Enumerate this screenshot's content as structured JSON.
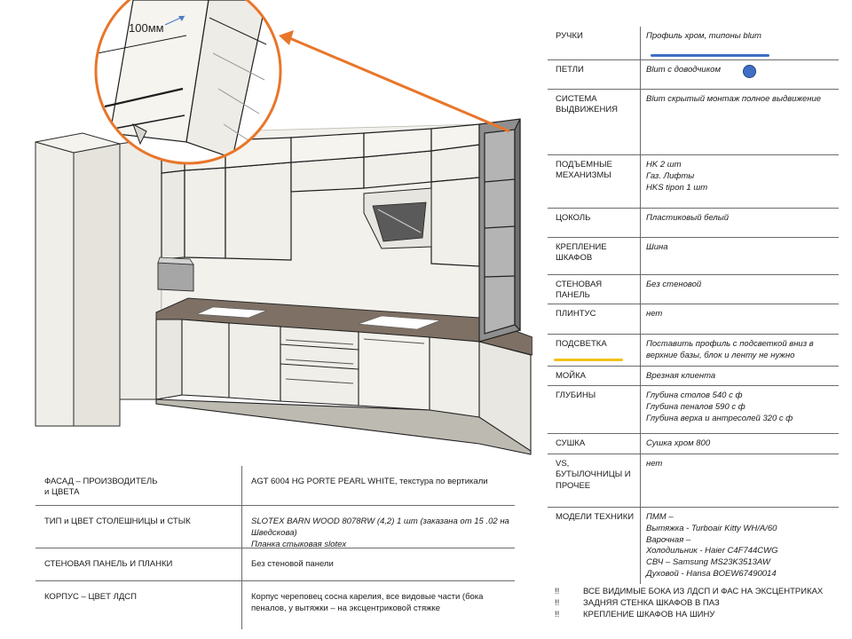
{
  "colors": {
    "accent_blue": "#3f6fc4",
    "accent_yellow": "#f1c21a",
    "callout_orange": "#e8762a"
  },
  "drawing": {
    "callout_dimension": "100мм"
  },
  "spec_rows": [
    {
      "key": "РУЧКИ",
      "value": "Профиль хром, типоны blum"
    },
    {
      "key": "ПЕТЛИ",
      "value": "Blum с доводчиком"
    },
    {
      "key": "СИСТЕМА ВЫДВИЖЕНИЯ",
      "value": "Blum скрытый монтаж полное выдвижение"
    },
    {
      "key": "ПОДЪЕМНЫЕ МЕХАНИЗМЫ",
      "value": "HK 2 шт\nГаз. Лифты\nHKS tipon 1 шт"
    },
    {
      "key": "ЦОКОЛЬ",
      "value": "Пластиковый белый"
    },
    {
      "key": "КРЕПЛЕНИЕ ШКАФОВ",
      "value": "Шина"
    },
    {
      "key": "СТЕНОВАЯ ПАНЕЛЬ",
      "value": "Без стеновой"
    },
    {
      "key": "ПЛИНТУС",
      "value": "нет"
    },
    {
      "key": "ПОДСВЕТКА",
      "value": "Поставить профиль с подсветкой вниз в верхние базы, блок и ленту не нужно"
    },
    {
      "key": "МОЙКА",
      "value": "Врезная клиента"
    },
    {
      "key": "ГЛУБИНЫ",
      "value": "Глубина столов 540 с ф\nГлубина пеналов 590 с ф\nГлубина верха и антресолей 320 с ф"
    },
    {
      "key": "СУШКА",
      "value": "Сушка хром 800"
    },
    {
      "key": "VS, БУТЫЛОЧНИЦЫ И ПРОЧЕЕ",
      "value": "нет"
    },
    {
      "key": "МОДЕЛИ ТЕХНИКИ",
      "value": "ПММ –\nВытяжка - Turboair Kitty WH/A/60\nВарочная –\nХолодильник - Haier C4F744CWG\nСВЧ – Samsung MS23K3513AW\nДуховой - Hansa BOEW67490014"
    }
  ],
  "bottom_rows": [
    {
      "key": "ФАСАД – ПРОИЗВОДИТЕЛЬ\nи ЦВЕТА",
      "value": "AGT 6004 HG PORTE PEARL WHITE, текстура по вертикали",
      "italic": false
    },
    {
      "key": "ТИП и ЦВЕТ СТОЛЕШНИЦЫ и СТЫК",
      "value": "SLOTEX BARN WOOD 8078RW (4,2) 1 шт (заказана от 15 .02 на Шведскова)\nПланка стыковая slotex",
      "italic": true
    },
    {
      "key": "СТЕНОВАЯ ПАНЕЛЬ И ПЛАНКИ",
      "value": "Без стеновой панели",
      "italic": false
    },
    {
      "key": "КОРПУС – ЦВЕТ ЛДСП",
      "value": "Корпус череповец сосна карелия, все видовые части (бока пеналов, у вытяжки – на эксцентриковой стяжке",
      "italic": false
    }
  ],
  "notes": [
    {
      "mark": "!!",
      "text": "ВСЕ ВИДИМЫЕ БОКА ИЗ ЛДСП И ФАС НА ЭКСЦЕНТРИКАХ"
    },
    {
      "mark": "!!",
      "text": "ЗАДНЯЯ СТЕНКА ШКАФОВ В ПАЗ"
    },
    {
      "mark": "!!",
      "text": "КРЕПЛЕНИЕ ШКАФОВ НА ШИНУ"
    }
  ]
}
